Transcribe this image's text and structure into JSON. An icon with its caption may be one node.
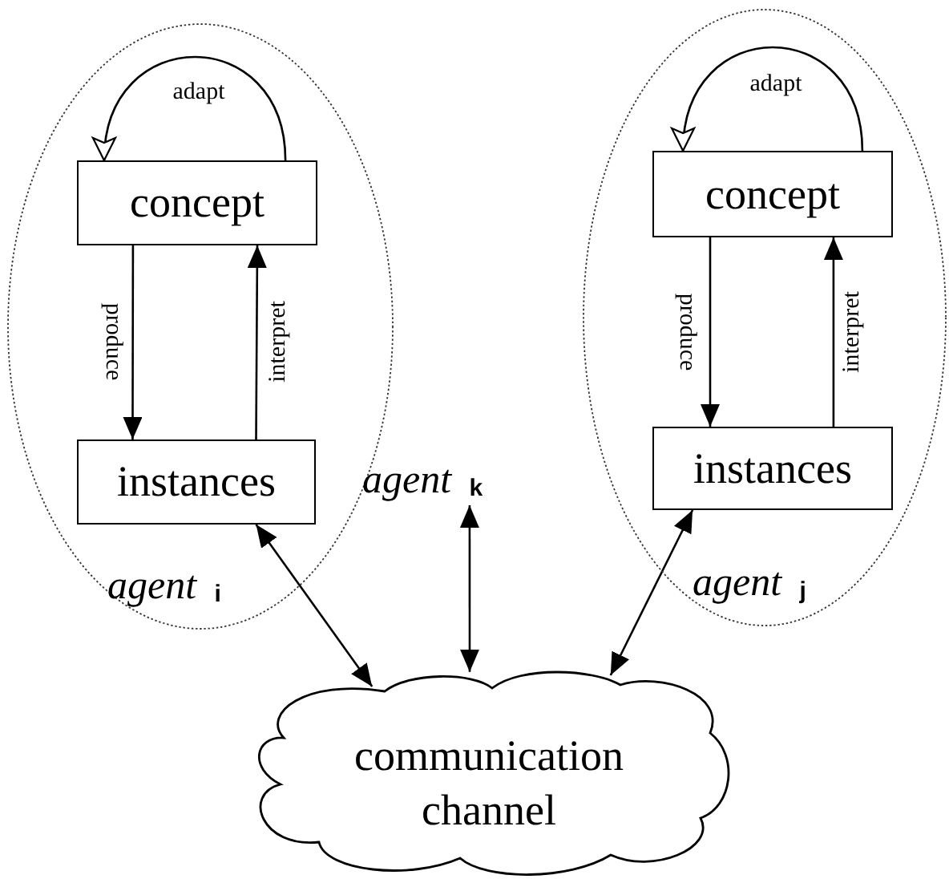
{
  "diagram": {
    "nodes": [
      {
        "text": [
          "agent $_{i}$"
        ]
      },
      {
        "text": [
          "concept"
        ],
        "in": 0
      },
      {
        "text": [
          "instances"
        ],
        "in": 0
      },
      {
        "text": [
          "agent $_{k}$"
        ]
      },
      {
        "text": [
          "agent $_{j}$"
        ]
      },
      {
        "text": [
          "concept"
        ],
        "in": 4
      },
      {
        "text": [
          "instances"
        ],
        "in": 4
      },
      {
        "text": [
          "communication channel"
        ]
      }
    ],
    "edges": [
      {
        "from": 1,
        "to": 1,
        "arrow": "to",
        "label": "adapt"
      },
      {
        "from": 1,
        "to": 2,
        "arrow": "to",
        "label": "produce"
      },
      {
        "from": 2,
        "to": 1,
        "arrow": "to",
        "label": "interpret"
      },
      {
        "from": 5,
        "to": 5,
        "arrow": "to",
        "label": "adapt"
      },
      {
        "from": 5,
        "to": 6,
        "arrow": "to",
        "label": "produce"
      },
      {
        "from": 6,
        "to": 5,
        "arrow": "to",
        "label": "interpret"
      },
      {
        "from": 2,
        "to": 7,
        "arrow": "both"
      },
      {
        "from": 3,
        "to": 7,
        "arrow": "both"
      },
      {
        "from": 6,
        "to": 7,
        "arrow": "both"
      }
    ]
  }
}
